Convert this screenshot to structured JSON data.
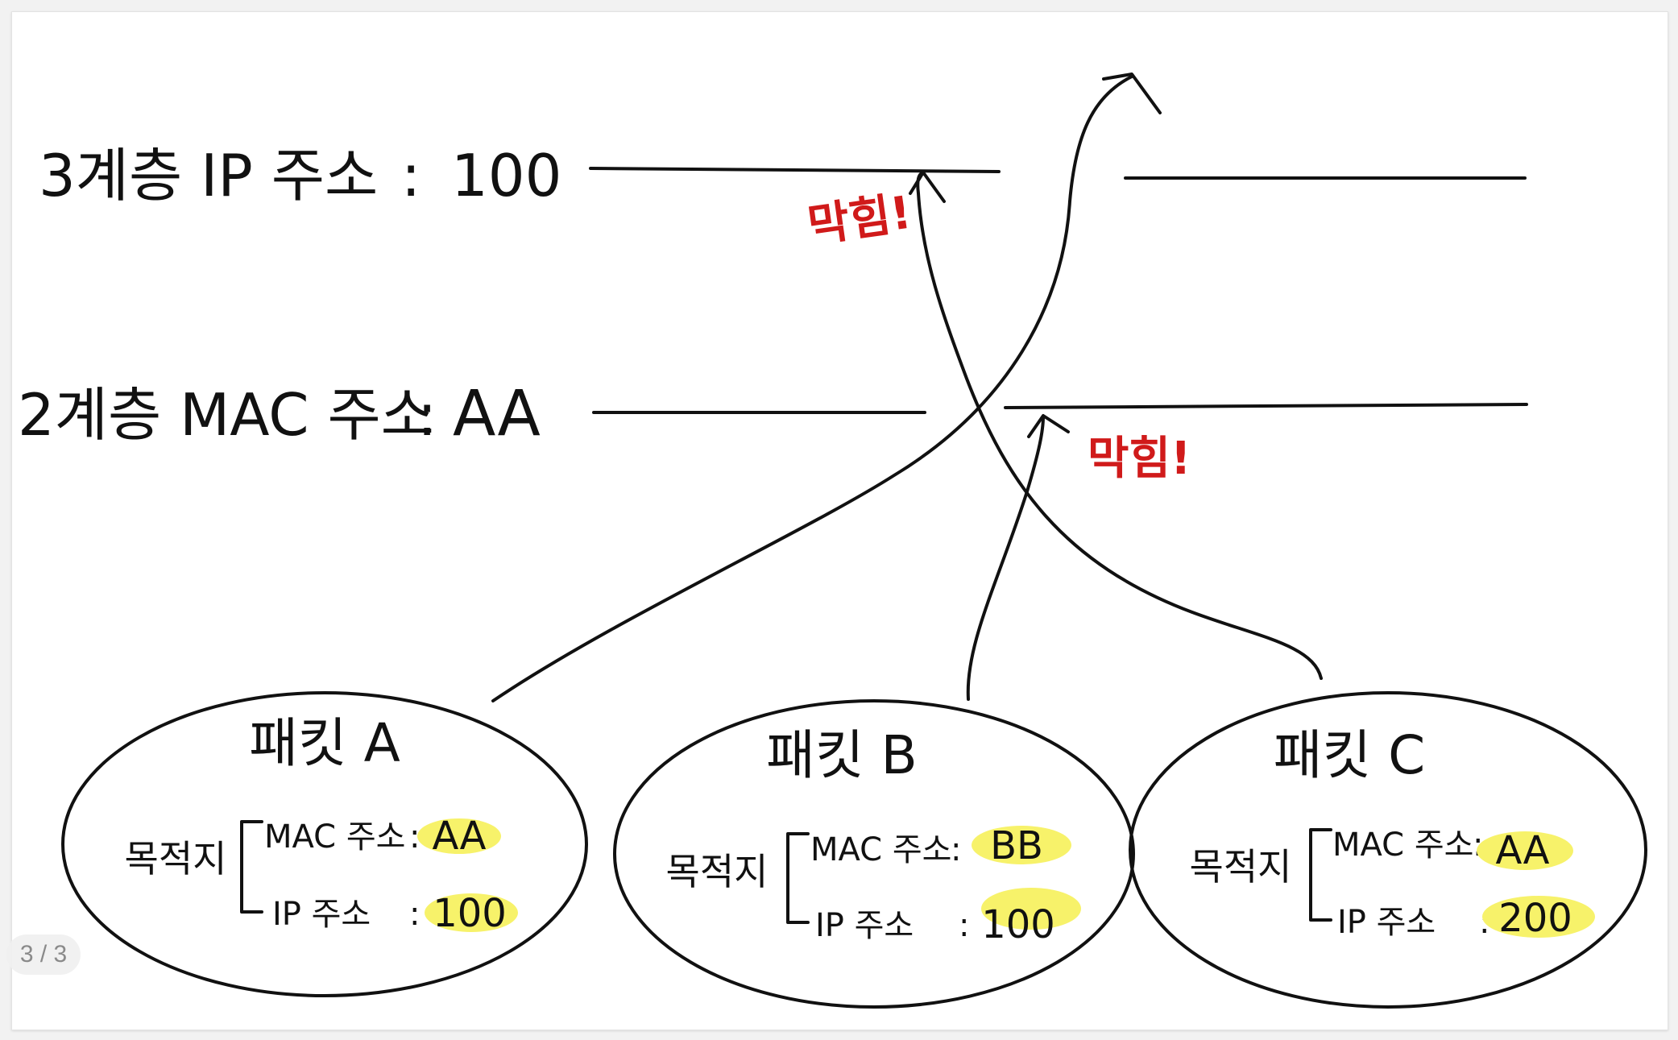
{
  "layers": {
    "l3": {
      "label": "3계층 IP 주소",
      "value": "100"
    },
    "l2": {
      "label": "2계층 MAC 주소",
      "value": "AA"
    }
  },
  "blocked": {
    "l3": "막힘!",
    "l2": "막힘!"
  },
  "packets": [
    {
      "title": "패킷 A",
      "dest_label": "목적지",
      "mac_label": "MAC 주소",
      "mac_value": "AA",
      "ip_label": "IP 주소",
      "ip_value": "100"
    },
    {
      "title": "패킷 B",
      "dest_label": "목적지",
      "mac_label": "MAC 주소",
      "mac_value": "BB",
      "ip_label": "IP 주소",
      "ip_value": "100"
    },
    {
      "title": "패킷 C",
      "dest_label": "목적지",
      "mac_label": "MAC 주소",
      "mac_value": "AA",
      "ip_label": "IP 주소",
      "ip_value": "200"
    }
  ],
  "separator": ":",
  "page_indicator": "3 / 3",
  "colors": {
    "ink": "#111111",
    "blocked": "#d01a1a",
    "highlight": "#f7f26a"
  }
}
